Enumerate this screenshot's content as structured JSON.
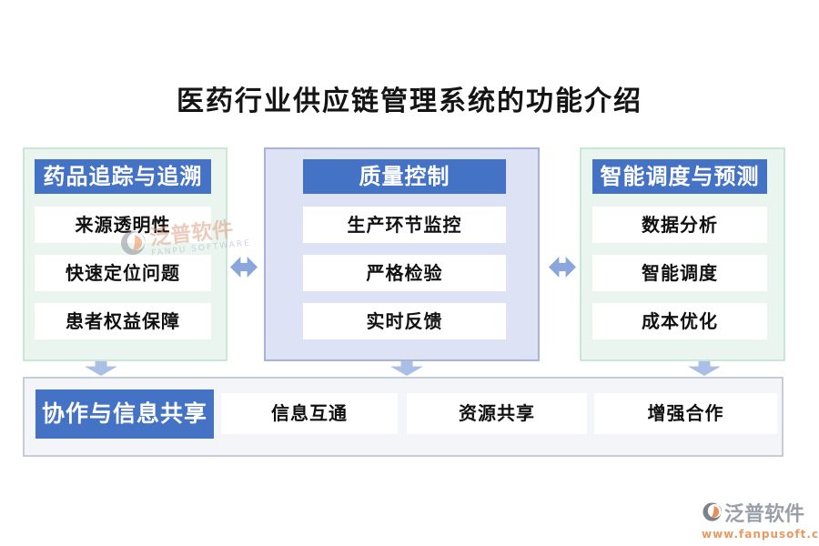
{
  "title": "医药行业供应链管理系统的功能介绍",
  "columns": [
    {
      "header": "药品追踪与追溯",
      "items": [
        "来源透明性",
        "快速定位问题",
        "患者权益保障"
      ]
    },
    {
      "header": "质量控制",
      "items": [
        "生产环节监控",
        "严格检验",
        "实时反馈"
      ]
    },
    {
      "header": "智能调度与预测",
      "items": [
        "数据分析",
        "智能调度",
        "成本优化"
      ]
    }
  ],
  "bottom": {
    "header": "协作与信息共享",
    "items": [
      "信息互通",
      "资源共享",
      "增强合作"
    ]
  },
  "watermark": {
    "name": "泛普软件",
    "subname": "FANPU SOFTWARE"
  },
  "logo": {
    "name": "泛普软件",
    "url": "www.fanpusoft.com"
  },
  "colors": {
    "header_blue": "#4472c4",
    "panel_green_bg": "#eaf5ef",
    "panel_green_border": "#c9e6d7",
    "panel_blue_bg": "#dde3f4",
    "panel_blue_border": "#a9b3d6",
    "bottom_bar_bg": "#f3f5f9",
    "bottom_bar_border": "#c6ccd8",
    "arrow_blue": "#8ba6db",
    "down_arrow_blue": "#a9bfe5",
    "logo_gray": "#99a0aa",
    "logo_orange": "#e9995f"
  }
}
